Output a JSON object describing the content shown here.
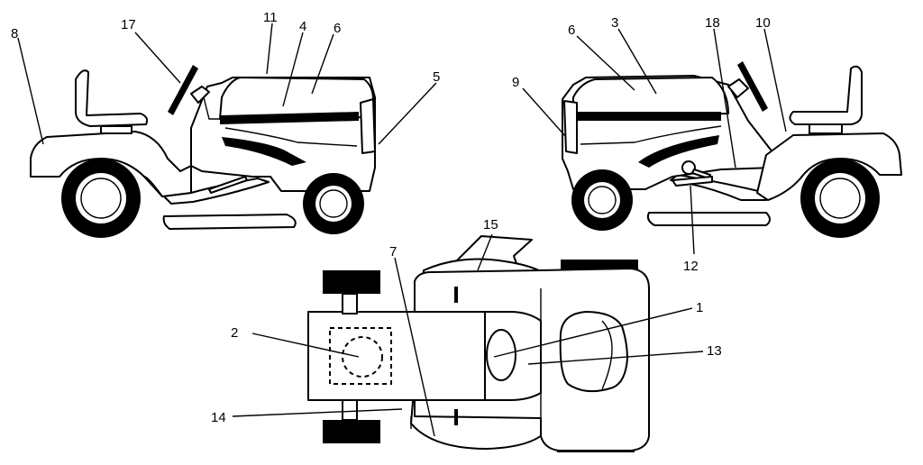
{
  "diagram": {
    "callouts": [
      {
        "id": "c1",
        "text": "1"
      },
      {
        "id": "c2",
        "text": "2"
      },
      {
        "id": "c3",
        "text": "3"
      },
      {
        "id": "c4",
        "text": "4"
      },
      {
        "id": "c5",
        "text": "5"
      },
      {
        "id": "c6a",
        "text": "6"
      },
      {
        "id": "c6b",
        "text": "6"
      },
      {
        "id": "c7",
        "text": "7"
      },
      {
        "id": "c8",
        "text": "8"
      },
      {
        "id": "c9",
        "text": "9"
      },
      {
        "id": "c10",
        "text": "10"
      },
      {
        "id": "c11",
        "text": "11"
      },
      {
        "id": "c12",
        "text": "12"
      },
      {
        "id": "c13",
        "text": "13"
      },
      {
        "id": "c14",
        "text": "14"
      },
      {
        "id": "c15",
        "text": "15"
      },
      {
        "id": "c17",
        "text": "17"
      },
      {
        "id": "c18",
        "text": "18"
      }
    ],
    "colors": {
      "line": "#000000",
      "background": "#ffffff"
    }
  }
}
